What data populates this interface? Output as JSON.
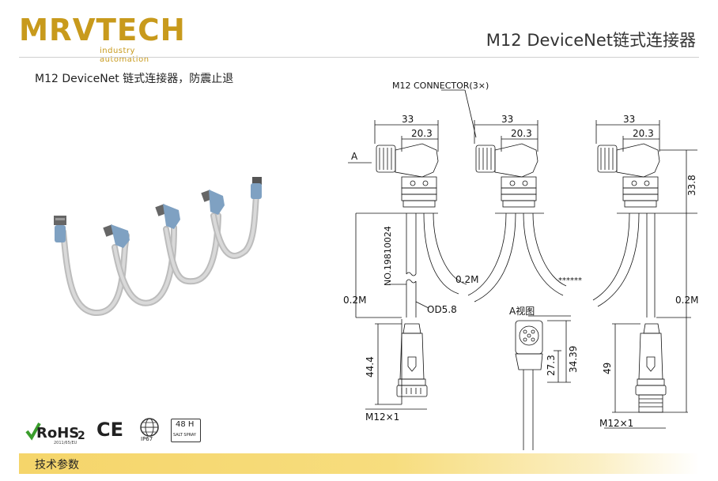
{
  "brand": {
    "name": "MRVTECH",
    "tagline": "industry automation",
    "color": "#c89a1c"
  },
  "header": {
    "title": "M12 DeviceNet链式连接器"
  },
  "product": {
    "description": "M12 DeviceNet 链式连接器，防震止退"
  },
  "drawing": {
    "connector_label": "M12 CONNECTOR(3×)",
    "dim_overall": "33",
    "dim_body": "20.3",
    "dim_height": "33.8",
    "view_marker": "A",
    "view_label": "A视图",
    "cable_length_left": "0.2M",
    "cable_length_mid": "0.2M",
    "cable_length_right": "0.2M",
    "part_number": "NO.19810024",
    "cable_od": "OD5.8",
    "continuation": "******",
    "dim_female_len": "44.4",
    "dim_view_outer": "34.39",
    "dim_view_inner": "27.3",
    "dim_male_len": "49",
    "thread_left": "M12×1",
    "thread_right": "M12×1"
  },
  "certifications": {
    "rohs": "RoHS",
    "rohs_sub": "2",
    "rohs_small": "2011/65/EU",
    "ce": "CE",
    "ip": "IP67",
    "salt_hours": "48 H",
    "salt_label": "SALT SPRAY"
  },
  "footer": {
    "section_label": "技术参数"
  }
}
